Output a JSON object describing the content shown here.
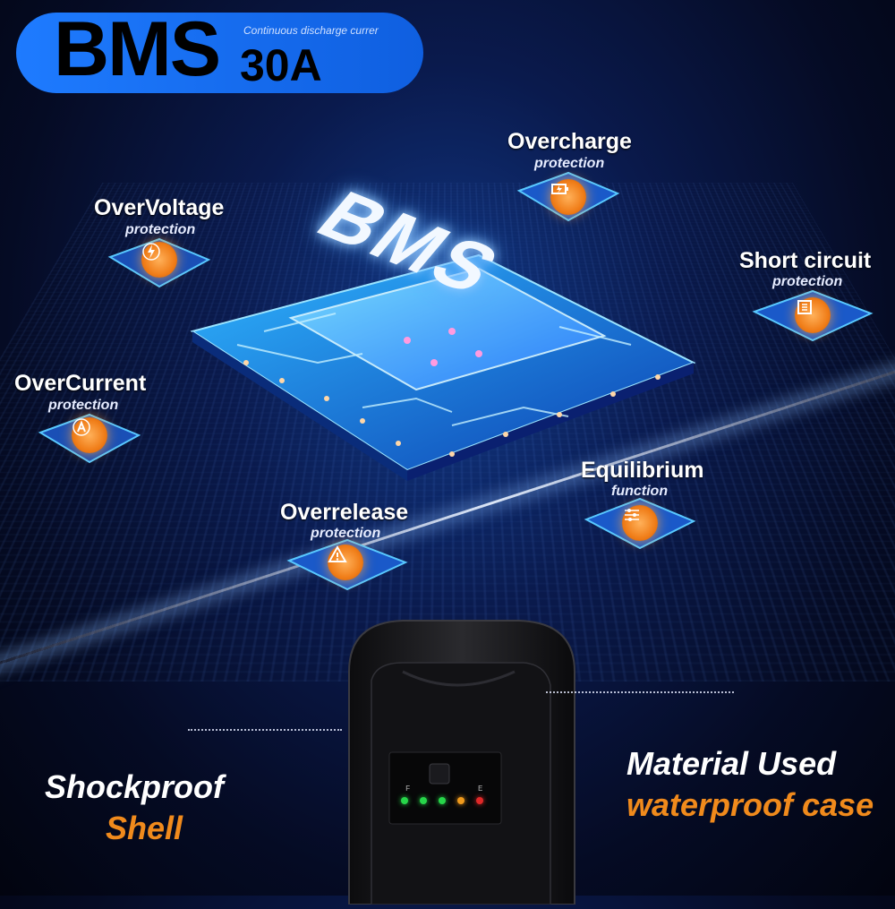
{
  "header": {
    "title": "BMS",
    "subtitle": "Continuous discharge currer",
    "value": "30A",
    "pill_color": "#1e7bff"
  },
  "chip": {
    "label": "BMS"
  },
  "features": [
    {
      "title": "Overcharge",
      "sub": "protection",
      "icon": "battery-bolt-icon"
    },
    {
      "title": "OverVoltage",
      "sub": "protection",
      "icon": "lightning-icon"
    },
    {
      "title": "Short circuit",
      "sub": "protection",
      "icon": "circuit-icon"
    },
    {
      "title": "OverCurrent",
      "sub": "protection",
      "icon": "ampere-icon"
    },
    {
      "title": "Equilibrium",
      "sub": "function",
      "icon": "balance-sliders-icon"
    },
    {
      "title": "Overrelease",
      "sub": "protection",
      "icon": "warning-icon"
    }
  ],
  "device": {
    "indicator_left": "F",
    "indicator_right": "E",
    "led_colors": [
      "#27d64a",
      "#27d64a",
      "#27d64a",
      "#f09a1c",
      "#e02828"
    ]
  },
  "callouts": {
    "left_line1": "Shockproof",
    "left_line2": "Shell",
    "right_line1": "Material Used",
    "right_line2": "waterproof case"
  },
  "colors": {
    "accent_orange": "#f08a1c",
    "background": "#0a1a4d"
  }
}
